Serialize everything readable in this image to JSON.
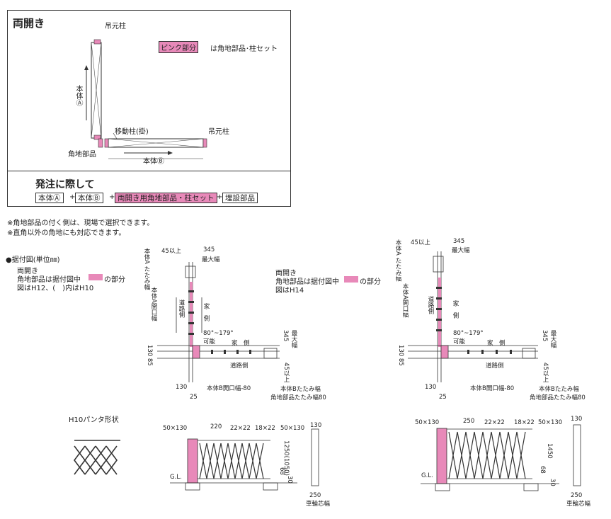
{
  "box": {
    "title": "両開き",
    "label_hinge_post_top": "吊元柱",
    "legend_pink": "ピンク部分",
    "legend_text": "は角地部品･柱セット",
    "label_body_a": "本体Ⓐ",
    "label_moving_post": "移動柱(掛)",
    "label_hinge_post_right": "吊元柱",
    "label_corner_part": "角地部品",
    "label_body_b": "本体Ⓑ"
  },
  "order": {
    "title": "発注に際して",
    "items": [
      "本体Ⓐ",
      "本体Ⓑ",
      "両開き用角地部品・柱セット",
      "埋設部品"
    ],
    "plus": "+"
  },
  "notes": [
    "※角地部品の付く側は、現場で選択できます。",
    "※直角以外の角地にも対応できます。"
  ],
  "plan": {
    "heading": "●据付図(単位㎜)",
    "left_desc": [
      "両開き",
      "角地部品は据付図中",
      "の部分",
      "図はH12、(　)内はH10"
    ],
    "right_desc": [
      "両開き",
      "角地部品は据付図中",
      "の部分",
      "図はH14"
    ],
    "dims": {
      "d45": "45以上",
      "d345": "345",
      "max": "最大幅",
      "fold": "本体A たたみ幅",
      "open_a": "本体A開口幅",
      "road": "道路側",
      "house": "家　側",
      "angle": "80°~179°",
      "possible": "可能",
      "d130_85": "130  85",
      "d130": "130",
      "d25": "25",
      "open_b": "本体B開口幅-80",
      "fold_b": "本体Bたたみ幅",
      "corner_fold": "角地部品たたみ幅80",
      "v45": "45以上",
      "v345": "345",
      "v_max": "最大幅"
    }
  },
  "elevation": {
    "pattern_title": "H10パンタ形状",
    "left": {
      "d1": "50×130",
      "d2": "220",
      "d3": "22×22",
      "d4": "18×22",
      "d5": "50×130",
      "h1": "1250(1050)",
      "h2": "68",
      "h3": "30",
      "gl": "G.L.",
      "post": "130",
      "wheel": "250",
      "wheel_lbl": "車輪芯幅"
    },
    "right": {
      "d1": "50×130",
      "d2": "250",
      "d3": "22×22",
      "d4": "18×22",
      "d5": "50×130",
      "h1": "1450",
      "h2": "68",
      "h3": "30",
      "gl": "G.L.",
      "post": "130",
      "wheel": "250",
      "wheel_lbl": "車輪芯幅"
    }
  },
  "colors": {
    "accent_pink": "#e889b9",
    "line": "#333333"
  }
}
